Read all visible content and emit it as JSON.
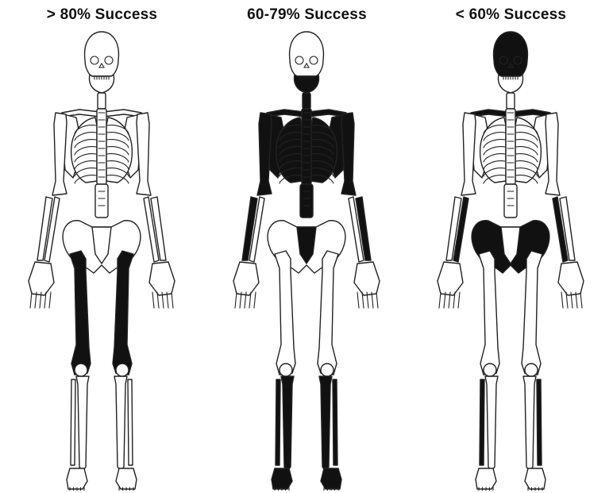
{
  "panels": [
    {
      "title": "> 80% Success",
      "highlighted": [
        "femurs"
      ]
    },
    {
      "title": "60-79% Success",
      "highlighted": [
        "mandible",
        "cervical-vertebrae",
        "clavicles",
        "scapulae",
        "humeri",
        "ribs",
        "thoracic-vertebrae",
        "lumbar-vertebrae",
        "sacrum",
        "radii",
        "tibiae",
        "fibulae",
        "feet"
      ]
    },
    {
      "title": "< 60% Success",
      "highlighted": [
        "cranium",
        "clavicles",
        "ulnae",
        "pelvis",
        "fibulae"
      ]
    }
  ],
  "colors": {
    "highlight": "#111111",
    "bone": "#ffffff",
    "outline": "#222222"
  }
}
